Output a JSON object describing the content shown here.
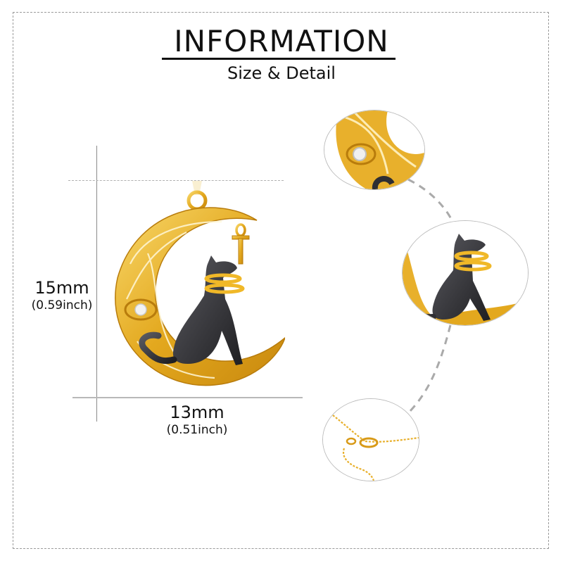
{
  "header": {
    "title": "INFORMATION",
    "subtitle": "Size & Detail"
  },
  "dimensions": {
    "height": {
      "mm": "15mm",
      "inch": "(0.59inch)"
    },
    "width": {
      "mm": "13mm",
      "inch": "(0.51inch)"
    }
  },
  "product": {
    "name": "crescent-moon-cat-pendant",
    "colors": {
      "gold": "#E3A81E",
      "gold_light": "#F6CE5A",
      "cat_black": "#2F2F33",
      "line_gray": "#9A9A9A"
    }
  },
  "detail_views": [
    {
      "name": "eye-of-horus-stone-detail"
    },
    {
      "name": "cat-figure-detail"
    },
    {
      "name": "chain-clasp-detail"
    }
  ]
}
